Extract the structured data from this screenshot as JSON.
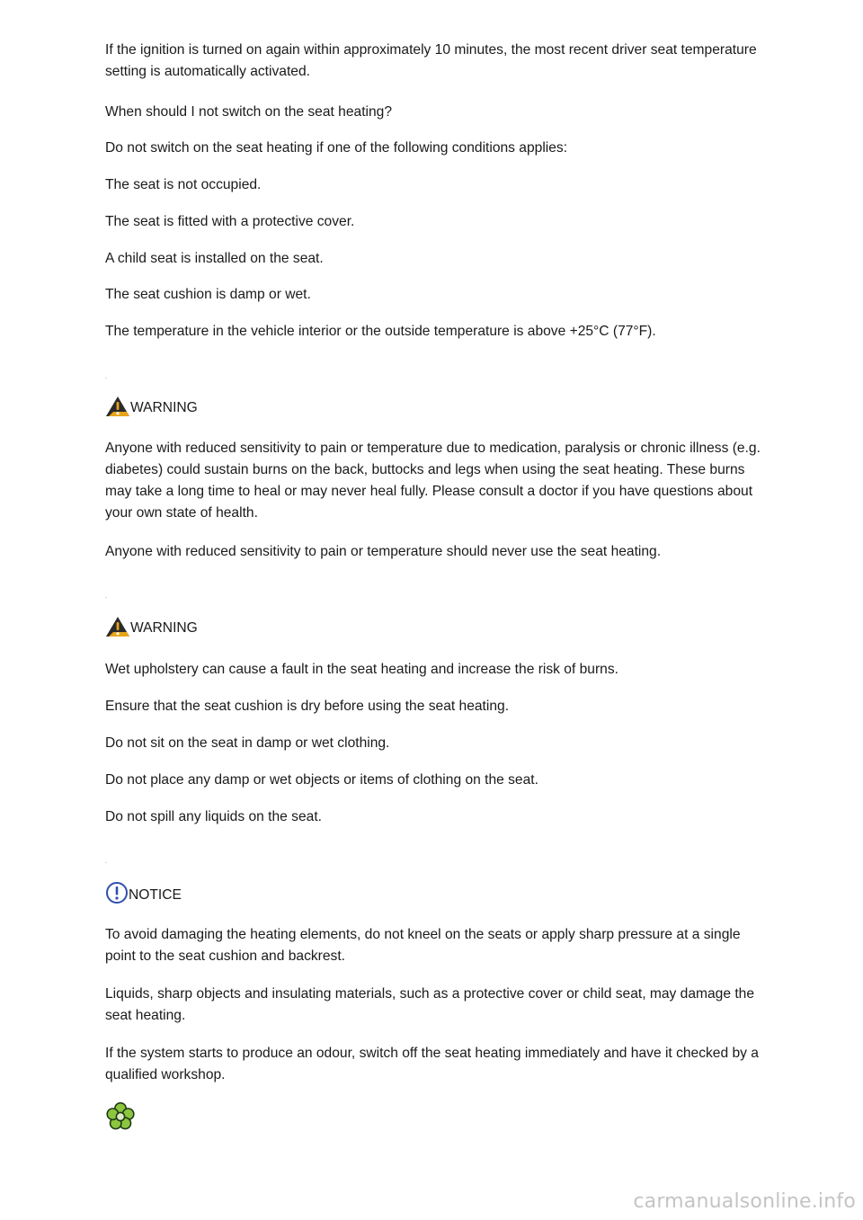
{
  "paragraphs_top": [
    "If the ignition is turned on again within approximately 10 minutes, the most recent driver seat temperature setting is automatically activated.",
    "When should I not switch on the seat heating?",
    "Do not switch on the seat heating if one of the following conditions applies:",
    "The seat is not occupied.",
    "The seat is fitted with a protective cover.",
    "A child seat is installed on the seat.",
    "The seat cushion is damp or wet.",
    "The temperature in the vehicle interior or the outside temperature is above +25°C (77°F)."
  ],
  "warning1": {
    "label": "WARNING",
    "icon": "warning-triangle-icon",
    "paragraphs": [
      "Anyone with reduced sensitivity to pain or temperature due to medication, paralysis or chronic illness (e.g. diabetes) could sustain burns on the back, buttocks and legs when using the seat heating. These burns may take a long time to heal or may never heal fully. Please consult a doctor if you have questions about your own state of health.",
      "Anyone with reduced sensitivity to pain or temperature should never use the seat heating."
    ]
  },
  "warning2": {
    "label": "WARNING",
    "icon": "warning-triangle-icon",
    "paragraphs": [
      "Wet upholstery can cause a fault in the seat heating and increase the risk of burns.",
      "Ensure that the seat cushion is dry before using the seat heating.",
      "Do not sit on the seat in damp or wet clothing.",
      "Do not place any damp or wet objects or items of clothing on the seat.",
      "Do not spill any liquids on the seat."
    ]
  },
  "notice": {
    "label": "NOTICE",
    "icon": "notice-circle-icon",
    "paragraphs": [
      "To avoid damaging the heating elements, do not kneel on the seats or apply sharp pressure at a single point to the seat cushion and backrest.",
      "Liquids, sharp objects and insulating materials, such as a protective cover or child seat, may damage the seat heating.",
      "If the system starts to produce an odour, switch off the seat heating immediately and have it checked by a qualified workshop."
    ]
  },
  "environment_icon": "flower-icon",
  "watermark": "carmanualsonline.info",
  "colors": {
    "text": "#1a1a1a",
    "warning_icon_body": "#2b2b2b",
    "warning_icon_accent": "#e8a317",
    "notice_icon": "#2f4fb0",
    "flower_petals": "#8cc63f",
    "flower_outline": "#1e3a14",
    "watermark": "#c4c4c4"
  }
}
